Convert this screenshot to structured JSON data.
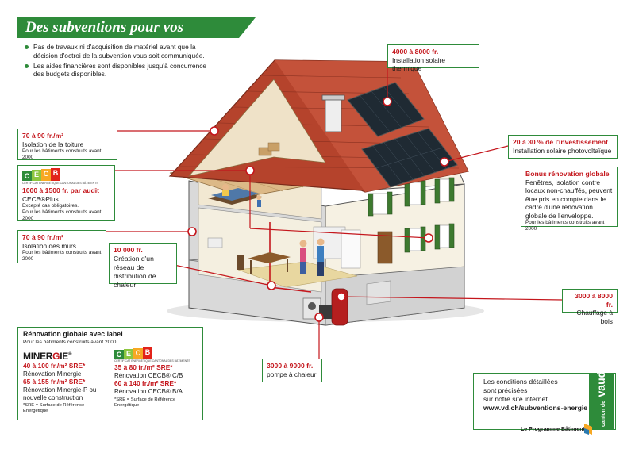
{
  "title": "Des subventions pour vos rénovations",
  "notes": [
    "Pas de travaux ni d'acquisition de matériel avant que la décision d'octroi de la subvention vous soit communiquée.",
    "Les aides financières sont disponibles jusqu'à concurrence des budgets disponibles."
  ],
  "callouts": {
    "solaire_thermique": {
      "amount": "4000 à 8000 fr.",
      "label": "Installation solaire thermique"
    },
    "toiture": {
      "amount": "70 à 90 fr./m²",
      "label": "Isolation de la toiture",
      "sub": "Pour les bâtiments construits avant 2000"
    },
    "photovoltaique": {
      "amount": "20 à 30 % de l'investissement",
      "label": "Installation solaire photovoltaïque"
    },
    "cecb": {
      "logo": "CECB",
      "tagline": "CERTIFICAT ÉNERGÉTIQUE CANTONAL DES BÂTIMENTS",
      "amount": "1000 à 1500 fr. par audit",
      "label": "CECB®Plus",
      "sub1": "Excepté cas obligatoires.",
      "sub2": "Pour les bâtiments construits avant 2000"
    },
    "bonus": {
      "amount": "Bonus rénovation globale",
      "label": "Fenêtres, isolation contre locaux non-chauffés, peuvent être pris en compte dans le cadre d'une rénovation globale de l'enveloppe.",
      "sub": "Pour les bâtiments construits avant 2000"
    },
    "murs": {
      "amount": "70 à 90 fr./m²",
      "label": "Isolation des murs",
      "sub": "Pour les bâtiments construits avant 2000"
    },
    "reseau": {
      "amount": "10 000 fr.",
      "label": "Création d'un réseau de distribution de chaleur"
    },
    "bois": {
      "amount": "3000 à 8000 fr.",
      "label": "Chauffage à bois"
    },
    "pompe": {
      "amount": "3000 à 9000 fr.",
      "label": "pompe à chaleur"
    }
  },
  "renovation": {
    "heading": "Rénovation globale avec label",
    "heading_sub": "Pour les bâtiments construits avant 2000",
    "minergie_logo": "MINERGIE",
    "cecb_logo": "CECB",
    "cecb_tagline": "CERTIFICAT ÉNERGÉTIQUE CANTONAL DES BÂTIMENTS",
    "left": [
      {
        "amount": "40 à 100 fr./m² SRE*",
        "label": "Rénovation Minergie"
      },
      {
        "amount": "65 à 155 fr./m² SRE*",
        "label": "Rénovation Minergie-P ou nouvelle construction"
      }
    ],
    "right": [
      {
        "amount": "35 à 80 fr./m² SRE*",
        "label": "Rénovation CECB® C/B"
      },
      {
        "amount": "60 à 140 fr./m² SRE*",
        "label": "Rénovation CECB® B/A"
      }
    ],
    "footnote": "*SRE = Surface de Référence Energétique"
  },
  "website": {
    "line1": "Les conditions détaillées",
    "line2": "sont précisées",
    "line3": "sur notre site internet",
    "url": "www.vd.ch/subventions-energie"
  },
  "vaud_logo": {
    "canton": "canton de",
    "name": "vaud"
  },
  "programme": "Le Programme Bâtiments",
  "colors": {
    "accent_green": "#2e8b3a",
    "accent_red": "#c4161c",
    "roof": "#b5432c"
  }
}
